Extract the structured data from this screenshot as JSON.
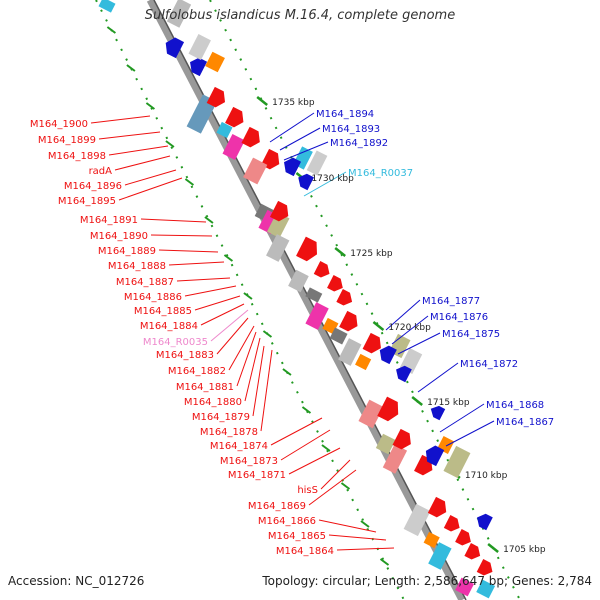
{
  "title": "Sulfolobus islandicus M.16.4, complete genome",
  "accession": "Accession: NC_012726",
  "topology": "Topology: circular; Length: 2,586,647 bp; Genes: 2,784",
  "colors": {
    "forward_label": "#ee1111",
    "reverse_label": "#1111cc",
    "rna_label_reverse": "#33bbdd",
    "rna_label_forward": "#ee88cc",
    "backbone": "#888888",
    "tick": "#229922",
    "gene_forward": "#ee1111",
    "gene_reverse": "#1111cc",
    "rna": "#33bbdd"
  },
  "tick_labels": [
    "1735 kbp",
    "1730 kbp",
    "1725 kbp",
    "1720 kbp",
    "1715 kbp",
    "1710 kbp",
    "1705 kbp"
  ],
  "left_labels": [
    {
      "text": "M164_1900",
      "kind": "forward"
    },
    {
      "text": "M164_1899",
      "kind": "forward"
    },
    {
      "text": "M164_1898",
      "kind": "forward"
    },
    {
      "text": "radA",
      "kind": "forward"
    },
    {
      "text": "M164_1896",
      "kind": "forward"
    },
    {
      "text": "M164_1895",
      "kind": "forward"
    },
    {
      "text": "M164_1891",
      "kind": "forward"
    },
    {
      "text": "M164_1890",
      "kind": "forward"
    },
    {
      "text": "M164_1889",
      "kind": "forward"
    },
    {
      "text": "M164_1888",
      "kind": "forward"
    },
    {
      "text": "M164_1887",
      "kind": "forward"
    },
    {
      "text": "M164_1886",
      "kind": "forward"
    },
    {
      "text": "M164_1885",
      "kind": "forward"
    },
    {
      "text": "M164_1884",
      "kind": "forward"
    },
    {
      "text": "M164_R0035",
      "kind": "rna"
    },
    {
      "text": "M164_1883",
      "kind": "forward"
    },
    {
      "text": "M164_1882",
      "kind": "forward"
    },
    {
      "text": "M164_1881",
      "kind": "forward"
    },
    {
      "text": "M164_1880",
      "kind": "forward"
    },
    {
      "text": "M164_1879",
      "kind": "forward"
    },
    {
      "text": "M164_1878",
      "kind": "forward"
    },
    {
      "text": "M164_1874",
      "kind": "forward"
    },
    {
      "text": "M164_1873",
      "kind": "forward"
    },
    {
      "text": "M164_1871",
      "kind": "forward"
    },
    {
      "text": "hisS",
      "kind": "forward"
    },
    {
      "text": "M164_1869",
      "kind": "forward"
    },
    {
      "text": "M164_1866",
      "kind": "forward"
    },
    {
      "text": "M164_1865",
      "kind": "forward"
    },
    {
      "text": "M164_1864",
      "kind": "forward"
    }
  ],
  "right_labels": [
    {
      "text": "M164_1894",
      "kind": "reverse"
    },
    {
      "text": "M164_1893",
      "kind": "reverse"
    },
    {
      "text": "M164_1892",
      "kind": "reverse"
    },
    {
      "text": "M164_R0037",
      "kind": "rna"
    },
    {
      "text": "M164_1877",
      "kind": "reverse"
    },
    {
      "text": "M164_1876",
      "kind": "reverse"
    },
    {
      "text": "M164_1875",
      "kind": "reverse"
    },
    {
      "text": "M164_1872",
      "kind": "reverse"
    },
    {
      "text": "M164_1868",
      "kind": "reverse"
    },
    {
      "text": "M164_1867",
      "kind": "reverse"
    }
  ]
}
